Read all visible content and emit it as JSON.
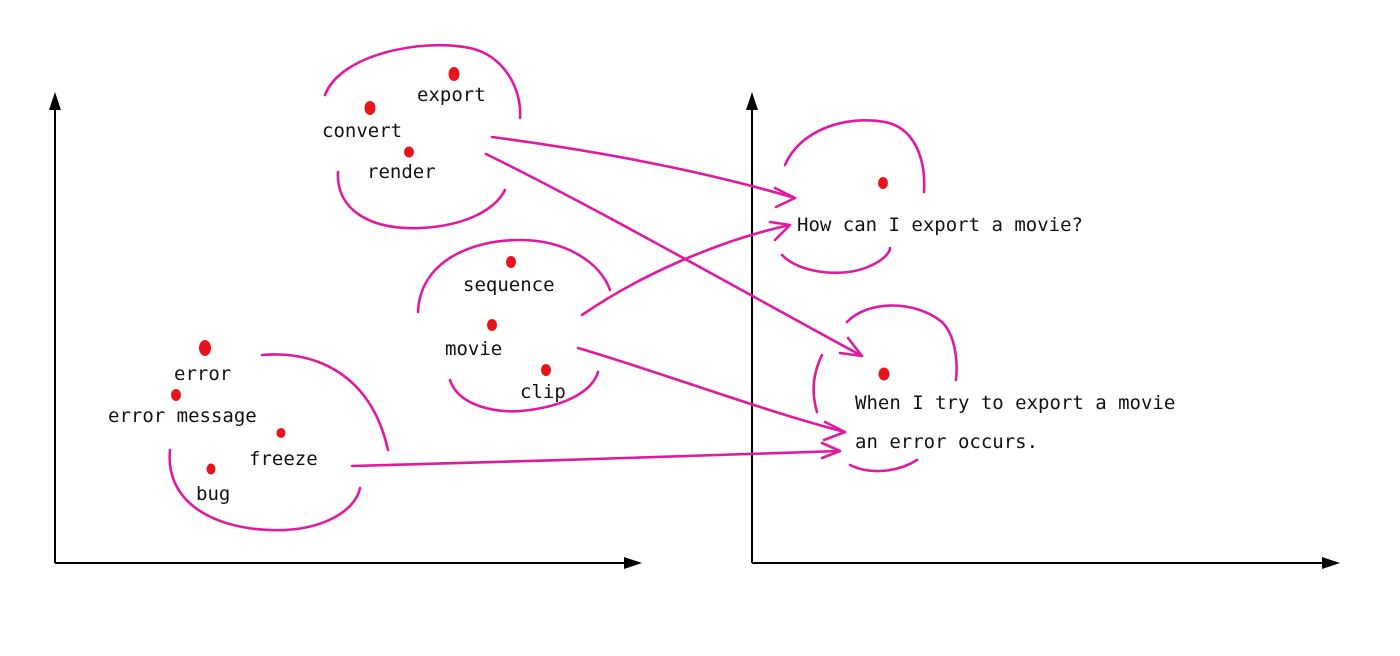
{
  "colors": {
    "axis": "#000000",
    "cluster_outline": "#e0199f",
    "arrow": "#e0199f",
    "point": "#e8141b",
    "text": "#111111"
  },
  "left_space": {
    "clusters": [
      {
        "id": "export-cluster",
        "words": [
          "export",
          "convert",
          "render"
        ]
      },
      {
        "id": "movie-cluster",
        "words": [
          "sequence",
          "movie",
          "clip"
        ]
      },
      {
        "id": "error-cluster",
        "words": [
          "error",
          "error message",
          "freeze",
          "bug"
        ]
      }
    ]
  },
  "right_space": {
    "sentences": [
      {
        "id": "question",
        "lines": [
          "How can I export a movie?"
        ]
      },
      {
        "id": "statement",
        "lines": [
          "When I try to export a movie",
          "an error occurs."
        ]
      }
    ]
  },
  "mappings": [
    {
      "from": "export-cluster",
      "to": "question"
    },
    {
      "from": "export-cluster",
      "to": "statement"
    },
    {
      "from": "movie-cluster",
      "to": "question"
    },
    {
      "from": "movie-cluster",
      "to": "statement"
    },
    {
      "from": "error-cluster",
      "to": "statement"
    }
  ]
}
